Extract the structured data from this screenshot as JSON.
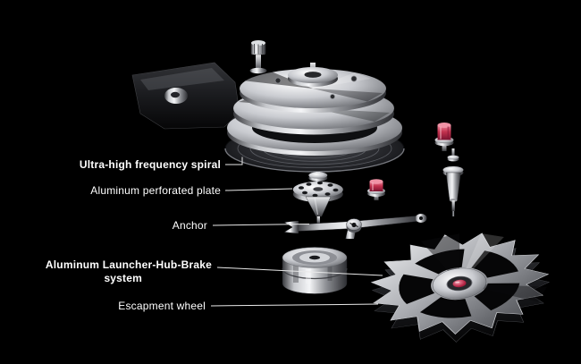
{
  "figure": {
    "background_color": "#000000",
    "label_color": "#ffffff",
    "jewel_color": "#c22f4e",
    "metal_color": "#c9cbd0",
    "labels": [
      {
        "text": "Ultra-high frequency spiral",
        "emphasis": "bold"
      },
      {
        "text": "Aluminum perforated plate",
        "emphasis": "normal"
      },
      {
        "text": "Anchor",
        "emphasis": "normal"
      },
      {
        "text": "Aluminum Launcher-Hub-Brake",
        "text2": "system",
        "emphasis": "bold"
      },
      {
        "text": "Escapment wheel",
        "emphasis": "normal"
      }
    ]
  }
}
